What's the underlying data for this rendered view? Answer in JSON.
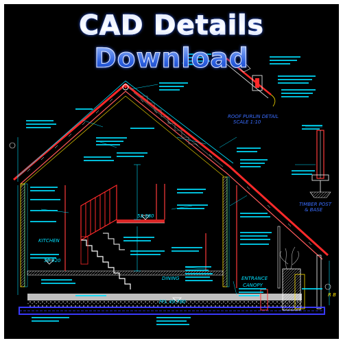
{
  "banner": {
    "title": "CAD Details Download"
  },
  "drawing": {
    "labels": {
      "kitchen": "KITCHEN",
      "dining": "DINING",
      "entrance_canopy_1": "ENTRANCE",
      "entrance_canopy_2": "CANOPY",
      "level_upper": "52.280",
      "level_kitchen": "50.920",
      "level_ffl": "FFL 49.780",
      "detail_a": "ROOF PURLIN DETAIL",
      "detail_a_scale": "SCALE 1:10",
      "detail_b": "TIMBER POST",
      "detail_b_scale": "& BASE",
      "grid_ref": "R B"
    }
  },
  "colors": {
    "background": "#000000",
    "frame": "#ffffff",
    "roof": "#ff2a2a",
    "timber": "#ff3b3b",
    "annotation": "#00e0ff",
    "wall": "#ffe100",
    "ground": "#3a3aff",
    "text_blue": "#3a6dff"
  }
}
